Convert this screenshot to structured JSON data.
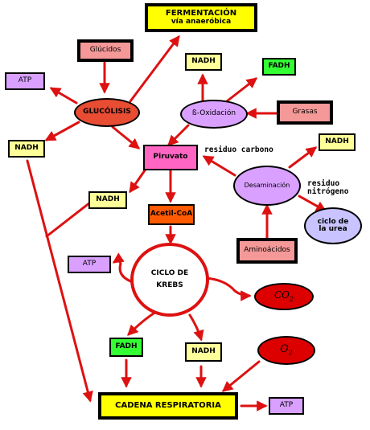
{
  "nodes": {
    "fermentacion": {
      "line1": "FERMENTACIÓN",
      "line2": "vía anaeróbica"
    },
    "glucidos": "Glúcidos",
    "glucolisis": "GLUCÓLISIS",
    "atp_top": "ATP",
    "nadh_left": "NADH",
    "nadh_top": "NADH",
    "fadh_top": "FADH",
    "beta_oxidacion": "ß-Oxidación",
    "grasas": "Grasas",
    "piruvato": "Piruvato",
    "residuo_carbono": "residuo carbono",
    "nadh_right": "NADH",
    "desaminacion": "Desaminación",
    "residuo_nitrogeno": {
      "line1": "residuo",
      "line2": "nitrógeno"
    },
    "ciclo_urea": {
      "line1": "ciclo de",
      "line2": "la urea"
    },
    "nadh_mid": "NADH",
    "acetil_coa": "Acetil-CoA",
    "aminoacidos": "Aminoácidos",
    "atp_mid": "ATP",
    "ciclo_krebs": {
      "line1": "CICLO DE",
      "line2": "KREBS"
    },
    "co2": {
      "base": "CO",
      "sub": "2"
    },
    "fadh_low": "FADH",
    "nadh_low": "NADH",
    "o2": {
      "base": "O",
      "sub": "2"
    },
    "cadena_respiratoria": "CADENA RESPIRATORIA",
    "atp_bottom": "ATP"
  },
  "colors": {
    "arrow": "#dd1111",
    "yellow_box": "#ffff99",
    "title_box": "#ffff00",
    "violet": "#d9a0ff",
    "green": "#33ff33",
    "pink": "#f59898",
    "magenta": "#ff66c4",
    "orange": "#ff5a00",
    "red_ellipse": "#dd0000",
    "urea_ellipse": "#c9c3ff"
  }
}
